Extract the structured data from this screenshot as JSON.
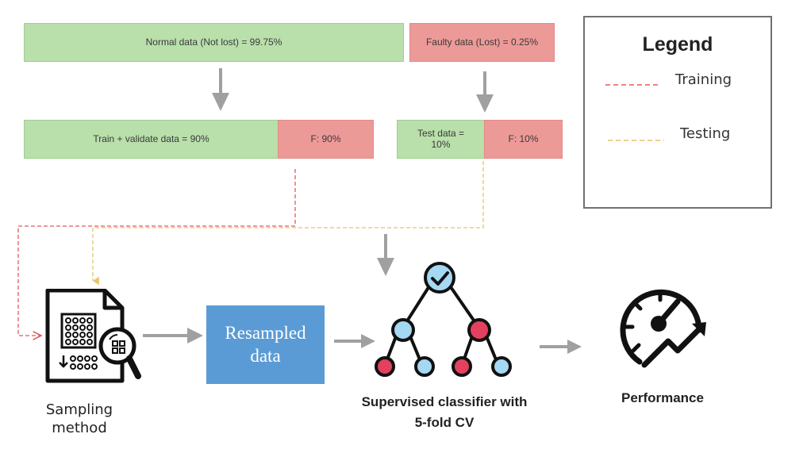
{
  "boxes": {
    "normal": "Normal data (Not lost) = 99.75%",
    "faulty": "Faulty data (Lost) = 0.25%",
    "train_validate": "Train + validate data = 90%",
    "train_f": "F: 90%",
    "test": "Test data = 10%",
    "test_f": "F: 10%",
    "resampled": "Resampled data"
  },
  "legend": {
    "title": "Legend",
    "training": "Training",
    "testing": "Testing",
    "training_color": "#e05a5a",
    "testing_color": "#e8c46a"
  },
  "captions": {
    "sampling": "Sampling method",
    "classifier": "Supervised classifier with 5-fold CV",
    "performance": "Performance"
  },
  "colors": {
    "green": "#b9dfab",
    "red": "#ec9a98",
    "blue": "#5b9bd5",
    "arrow": "#a0a0a0"
  },
  "icons": {
    "sampling": "document-magnifier-icon",
    "classifier": "decision-tree-icon",
    "performance": "speedometer-growth-icon"
  }
}
